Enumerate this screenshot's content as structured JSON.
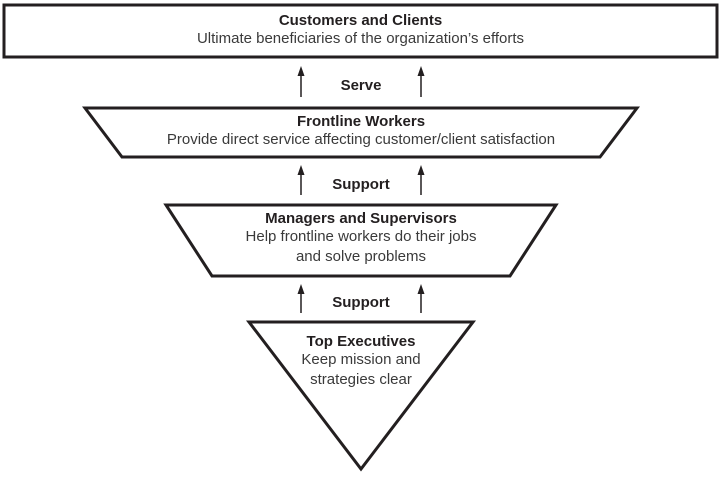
{
  "diagram": {
    "levels": [
      {
        "title": "Customers and Clients",
        "description": [
          "Ultimate beneficiaries of the organization’s efforts"
        ]
      },
      {
        "title": "Frontline Workers",
        "description": [
          "Provide direct service affecting customer/client satisfaction"
        ]
      },
      {
        "title": "Managers and Supervisors",
        "description": [
          "Help frontline workers do their jobs",
          "and solve problems"
        ]
      },
      {
        "title": "Top Executives",
        "description": [
          "Keep mission and",
          "strategies clear"
        ]
      }
    ],
    "connectors": [
      {
        "label": "Serve"
      },
      {
        "label": "Support"
      },
      {
        "label": "Support"
      }
    ],
    "colors": {
      "stroke": "#231f20",
      "fill": "#ffffff",
      "text": "#231f20"
    }
  }
}
